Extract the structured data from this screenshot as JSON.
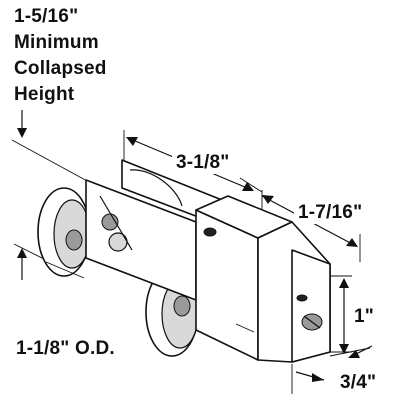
{
  "labels": {
    "height_value": "1-5/16\"",
    "height_line1": "Minimum",
    "height_line2": "Collapsed",
    "height_line3": "Height",
    "length": "3-1/8\"",
    "width": "1-7/16\"",
    "wheel_od": "1-1/8\" O.D.",
    "housing_height": "1\"",
    "housing_width": "3/4\""
  }
}
